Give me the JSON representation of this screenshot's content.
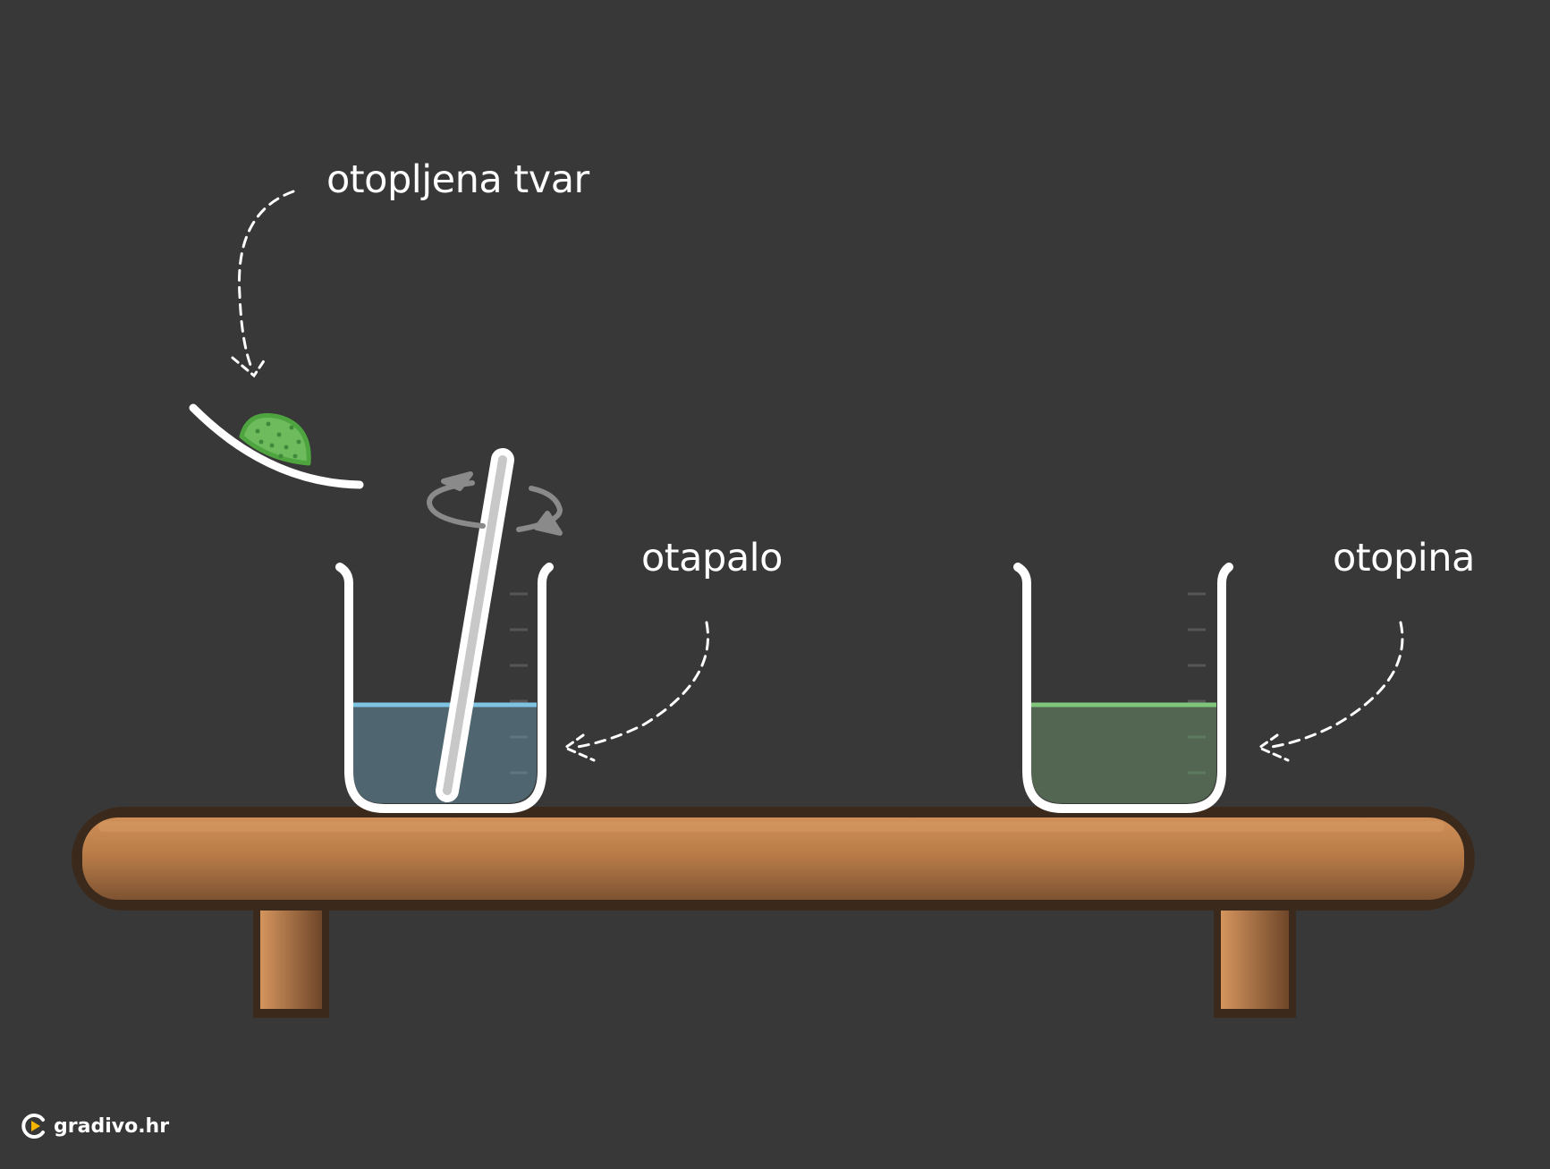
{
  "labels": {
    "solute": "otopljena tvar",
    "solvent": "otapalo",
    "solution": "otopina"
  },
  "brand": {
    "name": "gradivo.hr"
  },
  "colors": {
    "background": "#383838",
    "solvent_liquid": "#4f6570",
    "solvent_surface": "#7fc3e3",
    "solution_liquid": "#526651",
    "solution_surface": "#7fc57a",
    "solute": "#7cc06f",
    "table_wood": "#c98a53",
    "table_outline": "#3b2a1c",
    "brand_accent": "#f4b400"
  },
  "icons": {
    "stir_motion": "rotation-arrow-icon",
    "brand_logo": "gradivo-logo-icon"
  }
}
